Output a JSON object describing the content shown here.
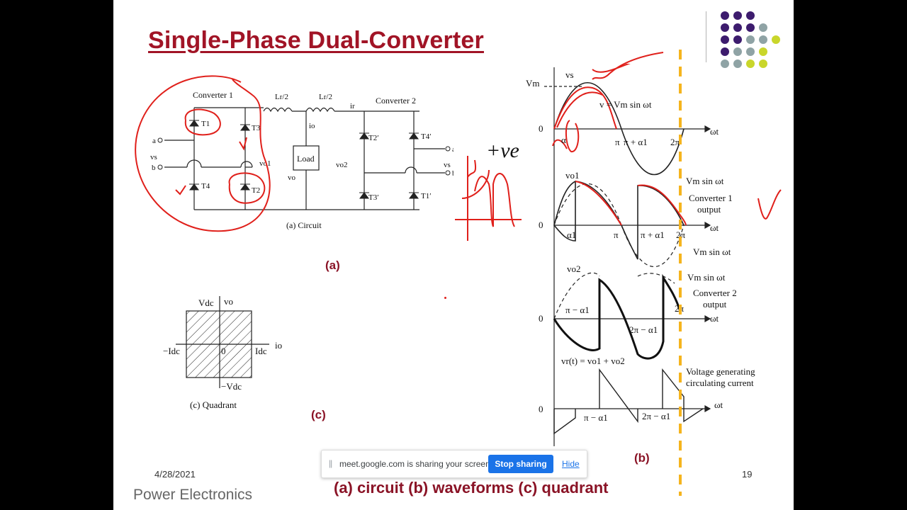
{
  "slide": {
    "title": "Single-Phase Dual-Converter",
    "date": "4/28/2021",
    "number": "19",
    "footer": "Power Electronics",
    "caption": "(a) circuit (b) waveforms (c) quadrant",
    "label_a": "(a)",
    "label_b": "(b)",
    "label_c": "(c)"
  },
  "circuit": {
    "converter1": "Converter 1",
    "converter2": "Converter 2",
    "lr_half": "Lr/2",
    "ir": "ir",
    "io": "io",
    "load": "Load",
    "vo": "vo",
    "vo1": "vo1",
    "vo2": "vo2",
    "caption": "(a) Circuit",
    "a": "a",
    "b": "b",
    "vs": "vs",
    "t1": "T1",
    "t2": "T2",
    "t3": "T3",
    "t4": "T4",
    "t1p": "T1′",
    "t2p": "T2′",
    "t3p": "T3′",
    "t4p": "T4′"
  },
  "quadrant": {
    "vdc": "Vdc",
    "vo": "vo",
    "neg_idc": "−Idc",
    "zero": "0",
    "idc": "Idc",
    "io": "io",
    "neg_vdc": "−Vdc",
    "caption": "(c) Quadrant"
  },
  "waveforms": {
    "vm": "Vm",
    "vs": "vs",
    "eq": "v = Vm sin ωt",
    "zero": "0",
    "alpha": "α",
    "pi": "π",
    "pi_plus_alpha": "π + α1",
    "two_pi": "2π",
    "wt": "ωt",
    "vo1": "vo1",
    "vm_sin": "Vm sin ωt",
    "conv1_output_1": "Converter 1",
    "conv1_output_2": "output",
    "alpha1": "α1",
    "vo2": "vo2",
    "pi_minus_alpha1": "π − α1",
    "two_pi_minus_alpha1": "2π − α1",
    "conv2_output_1": "Converter 2",
    "conv2_output_2": "output",
    "vr_eq": "vr(t) = vo1 + vo2",
    "vgen_1": "Voltage generating",
    "vgen_2": "circulating current"
  },
  "annotations": {
    "plus_ve": "+ve"
  },
  "share_banner": {
    "text": "meet.google.com is sharing your screen.",
    "stop": "Stop sharing",
    "hide": "Hide"
  },
  "colors": {
    "title": "#a11426",
    "ink_red": "#e0201b",
    "marker_orange": "#f5b41e",
    "dot_purple": "#3d1c6e",
    "dot_gray": "#8fa3a5",
    "dot_lime": "#c9d62b",
    "accent_blue": "#1a73e8"
  }
}
